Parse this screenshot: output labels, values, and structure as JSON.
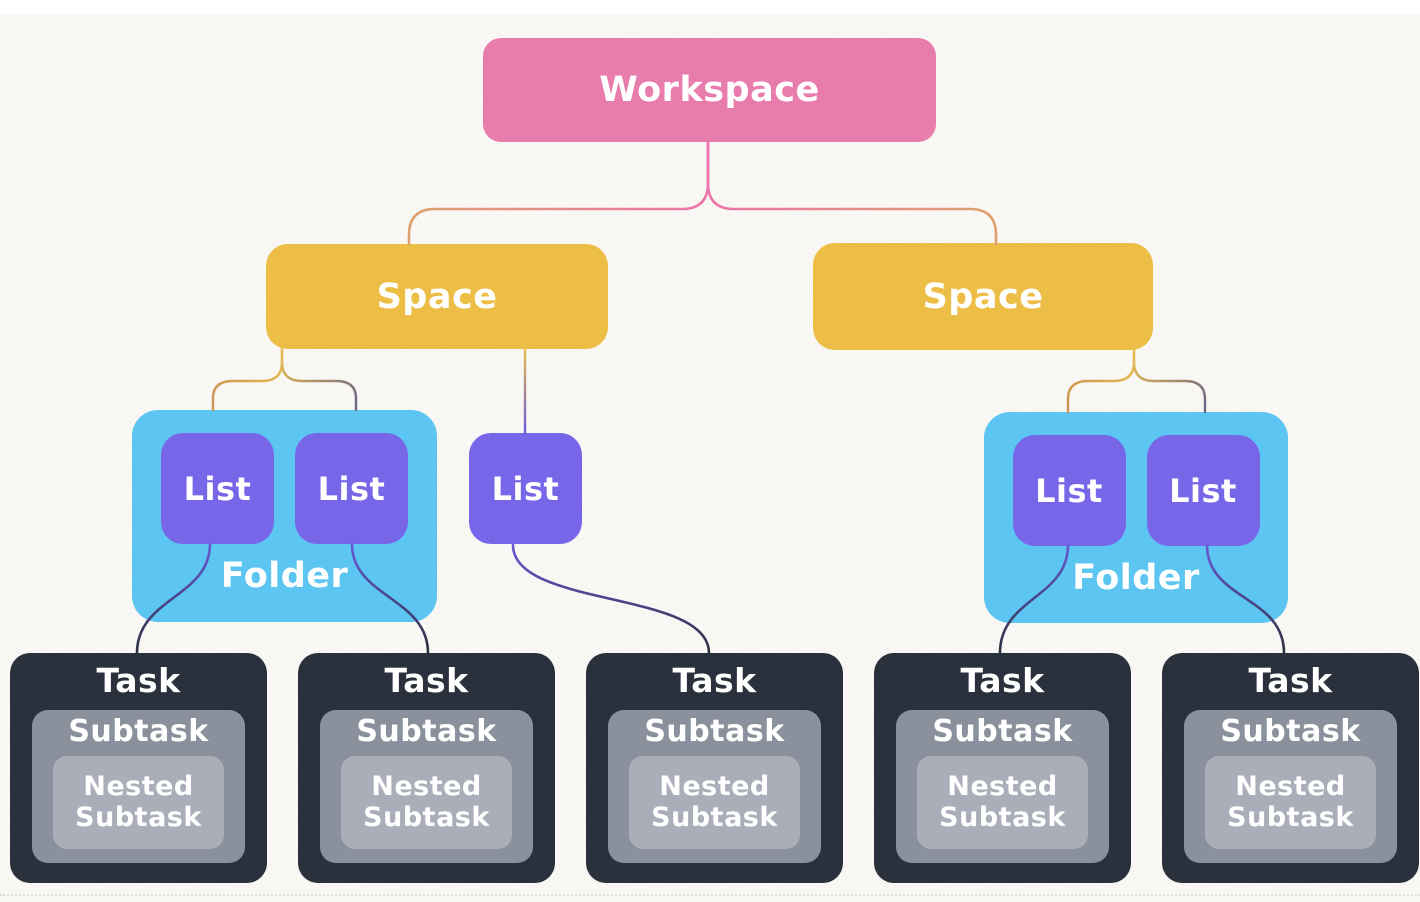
{
  "diagram": {
    "workspace": {
      "label": "Workspace"
    },
    "spaces": [
      {
        "label": "Space"
      },
      {
        "label": "Space"
      }
    ],
    "folders": [
      {
        "label": "Folder"
      },
      {
        "label": "Folder"
      }
    ],
    "lists": [
      {
        "label": "List"
      },
      {
        "label": "List"
      },
      {
        "label": "List"
      },
      {
        "label": "List"
      },
      {
        "label": "List"
      }
    ],
    "tasks": [
      {
        "label": "Task",
        "subtask_label": "Subtask",
        "nested_subtask_label": "Nested Subtask"
      },
      {
        "label": "Task",
        "subtask_label": "Subtask",
        "nested_subtask_label": "Nested Subtask"
      },
      {
        "label": "Task",
        "subtask_label": "Subtask",
        "nested_subtask_label": "Nested Subtask"
      },
      {
        "label": "Task",
        "subtask_label": "Subtask",
        "nested_subtask_label": "Nested Subtask"
      },
      {
        "label": "Task",
        "subtask_label": "Subtask",
        "nested_subtask_label": "Nested Subtask"
      }
    ]
  },
  "colors": {
    "workspace": "#E87CAD",
    "space": "#EDBE45",
    "folder": "#5CC5F2",
    "list": "#7866E9",
    "task": "#2B313C",
    "subtask": "#8B919C",
    "nested_subtask": "#A9AEB8",
    "text": "#FFFFFF",
    "background": "#F9F8F5",
    "connector_pink": "#EC74AD",
    "connector_orange": "#DF9F6E",
    "connector_yellow": "#E8BC4E",
    "connector_purple": "#6A5AD8",
    "connector_dark": "#2B313C"
  }
}
